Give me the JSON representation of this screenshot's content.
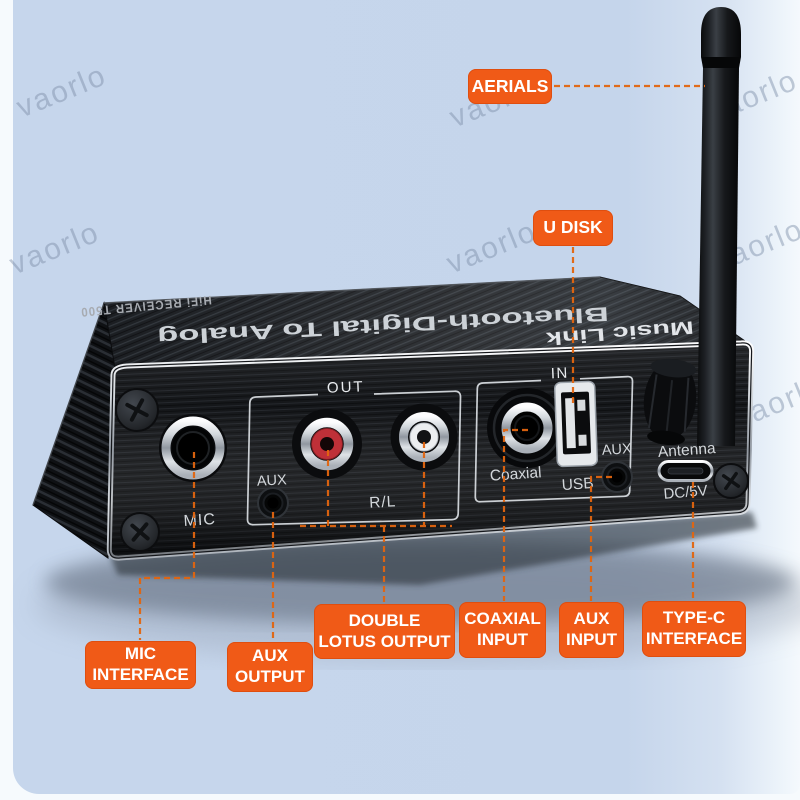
{
  "watermark": {
    "text": "vaorlo"
  },
  "colors": {
    "accent_orange": "#F05A17",
    "dashed_line_orange": "#E2650F",
    "background_blue": "#C6D6EC",
    "device_black": "#15171A",
    "chrome_silver": "#D8DDE2",
    "rca_red": "#BF3038"
  },
  "callouts": {
    "aerials": {
      "label": "AERIALS"
    },
    "u_disk": {
      "label": "U DISK"
    },
    "mic_interface": {
      "line1": "MIC",
      "line2": "INTERFACE"
    },
    "aux_output": {
      "line1": "AUX",
      "line2": "OUTPUT"
    },
    "double_lotus_output": {
      "line1": "DOUBLE",
      "line2": "LOTUS OUTPUT"
    },
    "coaxial_input": {
      "line1": "COAXIAL",
      "line2": "INPUT"
    },
    "aux_input": {
      "line1": "AUX",
      "line2": "INPUT"
    },
    "type_c_interface": {
      "line1": "TYPE-C",
      "line2": "INTERFACE"
    }
  },
  "device": {
    "top_markings": {
      "model": "HiFi RECEIVER T500",
      "tagline": "Bluetooth-Digital To Analog",
      "brand": "Music Link"
    },
    "panel_markings": {
      "out_group": "OUT",
      "in_group": "IN",
      "mic": "MIC",
      "aux_out": "AUX",
      "rl": "R/L",
      "coaxial": "Coaxial",
      "usb": "USB",
      "aux_in": "AUX",
      "antenna": "Antenna",
      "power": "DC/5V"
    }
  }
}
